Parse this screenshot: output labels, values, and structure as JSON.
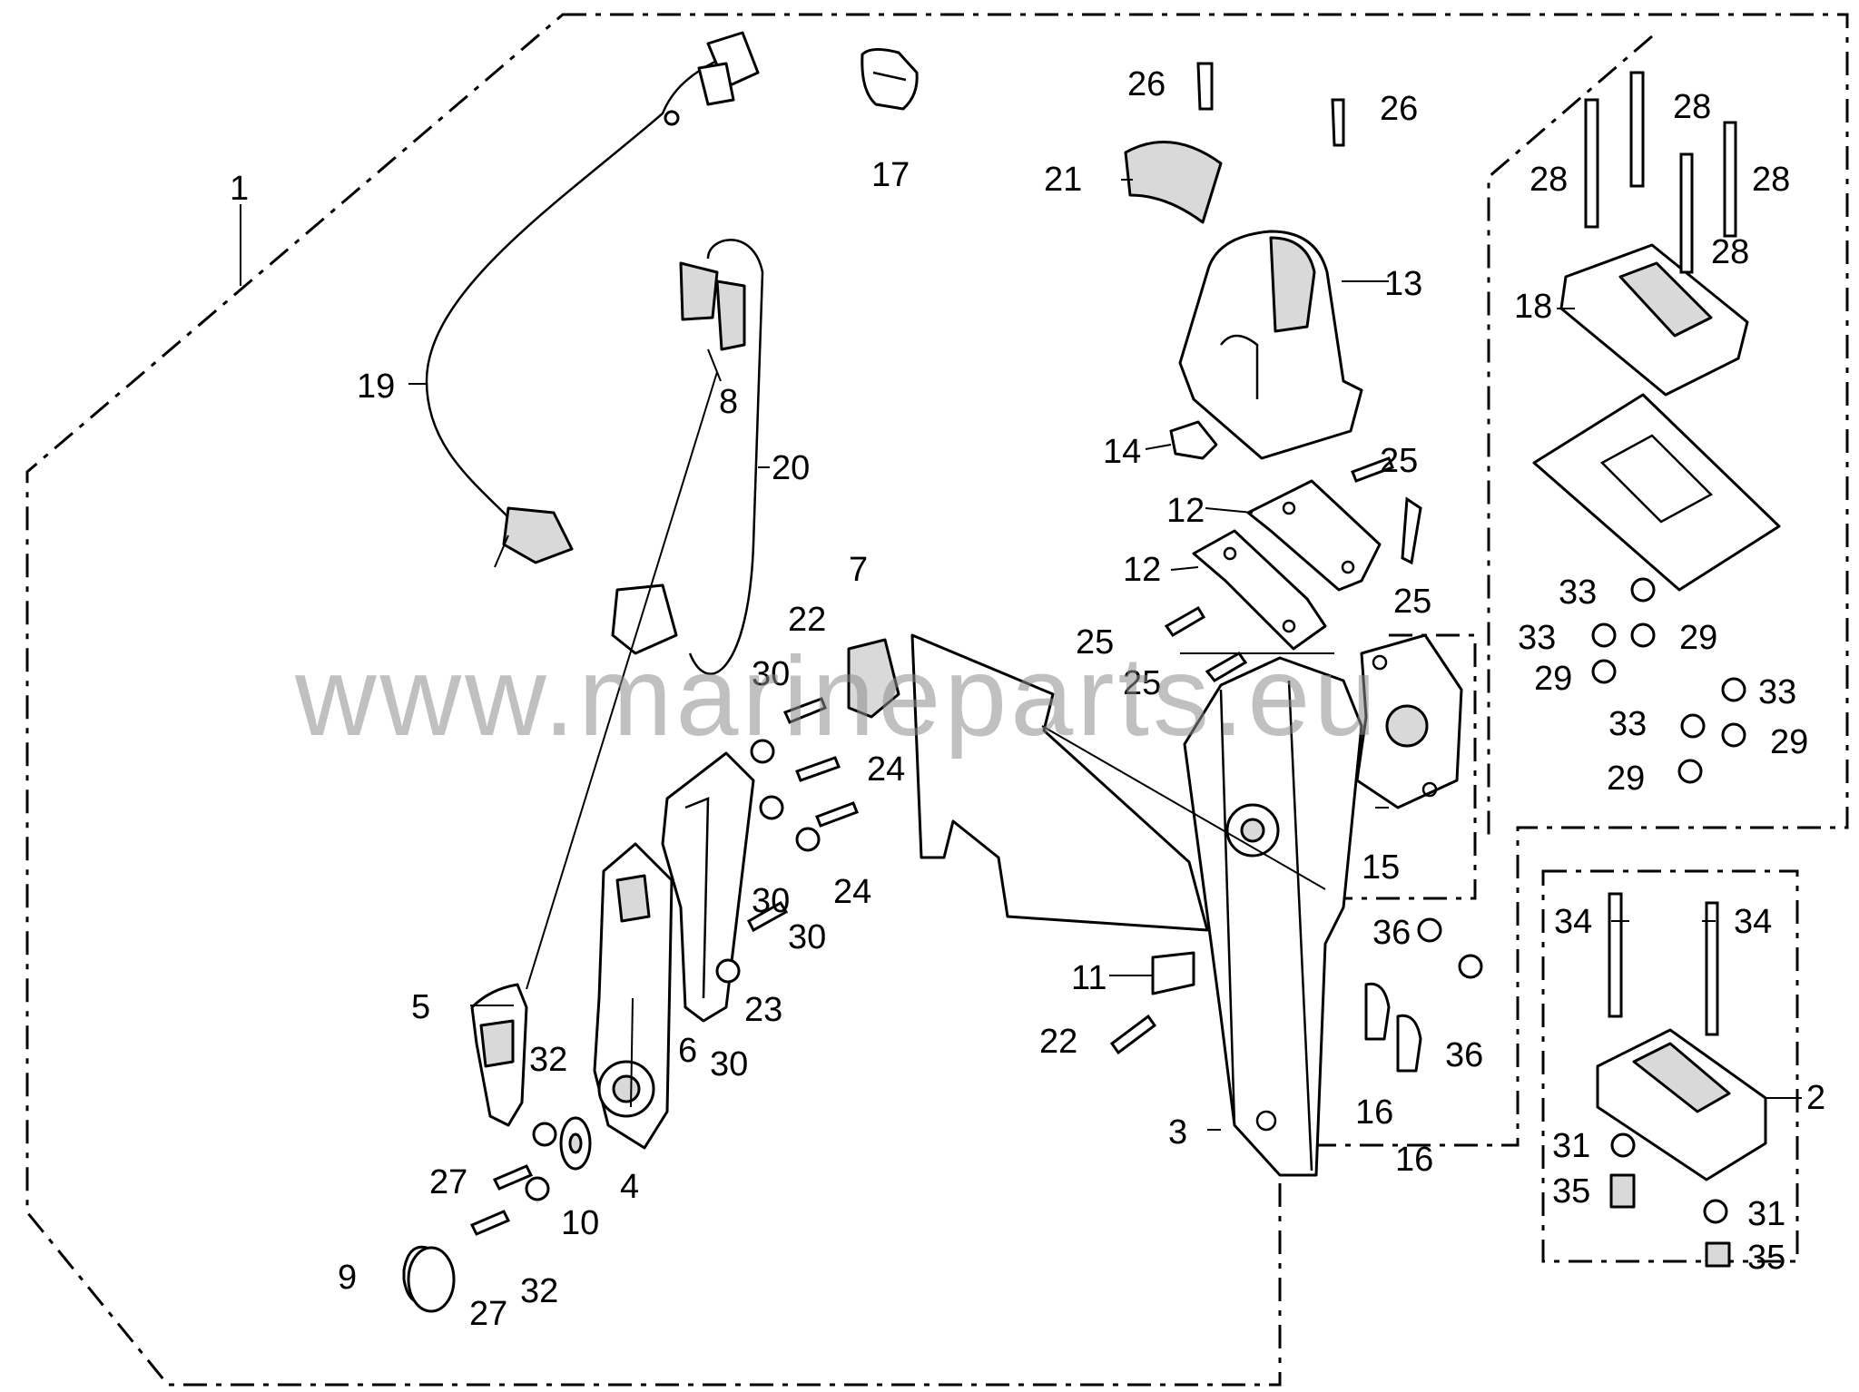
{
  "watermark": "www.marineparts.eu",
  "callouts": {
    "c1": "1",
    "c2": "2",
    "c3": "3",
    "c4": "4",
    "c5": "5",
    "c6": "6",
    "c7": "7",
    "c8": "8",
    "c9": "9",
    "c10": "10",
    "c11": "11",
    "c12a": "12",
    "c12b": "12",
    "c13": "13",
    "c14": "14",
    "c15": "15",
    "c16a": "16",
    "c16b": "16",
    "c17": "17",
    "c18": "18",
    "c19": "19",
    "c20": "20",
    "c21": "21",
    "c22a": "22",
    "c22b": "22",
    "c23": "23",
    "c24a": "24",
    "c24b": "24",
    "c25a": "25",
    "c25b": "25",
    "c25c": "25",
    "c25d": "25",
    "c26a": "26",
    "c26b": "26",
    "c27a": "27",
    "c27b": "27",
    "c28a": "28",
    "c28b": "28",
    "c28c": "28",
    "c28d": "28",
    "c29a": "29",
    "c29b": "29",
    "c29c": "29",
    "c29d": "29",
    "c30a": "30",
    "c30b": "30",
    "c30c": "30",
    "c30d": "30",
    "c31a": "31",
    "c31b": "31",
    "c32a": "32",
    "c32b": "32",
    "c33a": "33",
    "c33b": "33",
    "c33c": "33",
    "c33d": "33",
    "c34a": "34",
    "c34b": "34",
    "c35a": "35",
    "c35b": "35",
    "c36a": "36",
    "c36b": "36"
  }
}
